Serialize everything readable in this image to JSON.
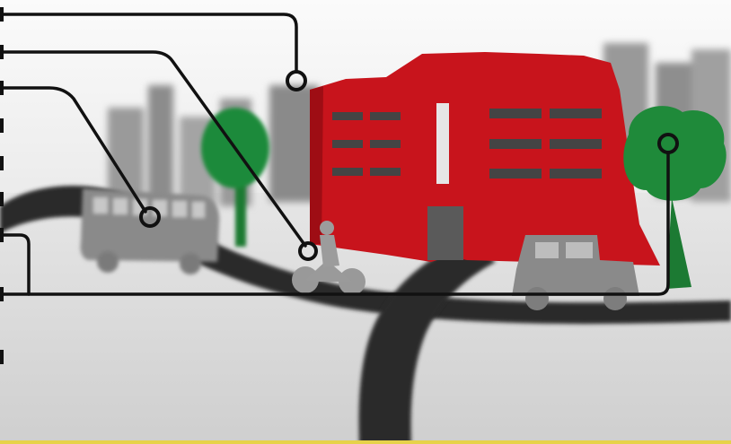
{
  "scene": {
    "colors": {
      "building": "#c8141c",
      "building_shadow": "#9e0d14",
      "tree": "#1f8a3a",
      "vehicle_gray": "#8a8a8a",
      "road": "#2b2b2b",
      "callout_line": "#111111",
      "bottom_accent": "#e6d24a"
    },
    "elements": [
      "red-building-icon",
      "tree-icon",
      "bus-icon",
      "bicycle-icon",
      "truck-icon",
      "road-icon",
      "city-skyline-icon"
    ],
    "callouts": [
      {
        "target": "city-skyline"
      },
      {
        "target": "bicycle"
      },
      {
        "target": "bus"
      },
      {
        "target": "tree-and-truck"
      }
    ]
  }
}
